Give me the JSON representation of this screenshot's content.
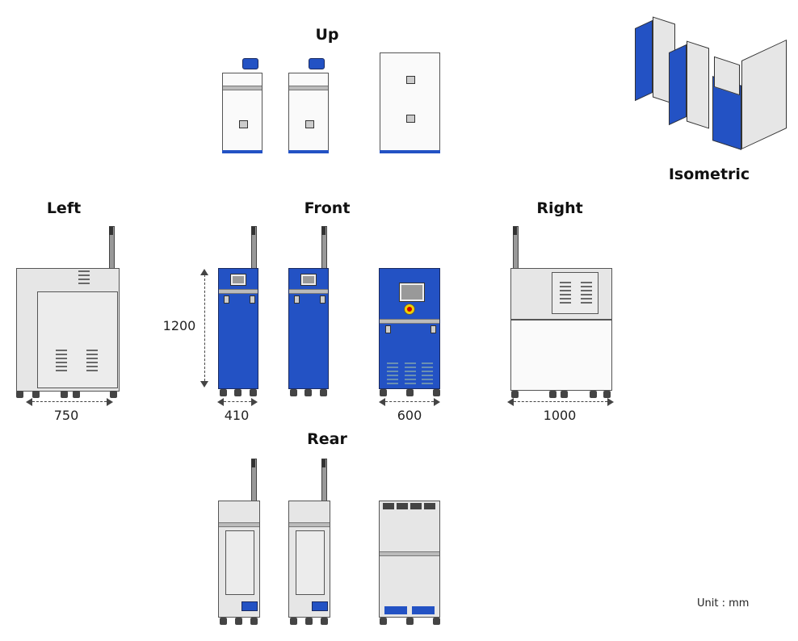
{
  "views": {
    "up": "Up",
    "isometric": "Isometric",
    "left": "Left",
    "front": "Front",
    "right": "Right",
    "rear": "Rear"
  },
  "dimensions": {
    "height": "1200",
    "left_width": "750",
    "front_width_small": "410",
    "front_width_large": "600",
    "right_width": "1000"
  },
  "unit": "Unit : mm",
  "colors": {
    "body_blue": "#2352c4",
    "panel_grey": "#e6e6e6"
  }
}
